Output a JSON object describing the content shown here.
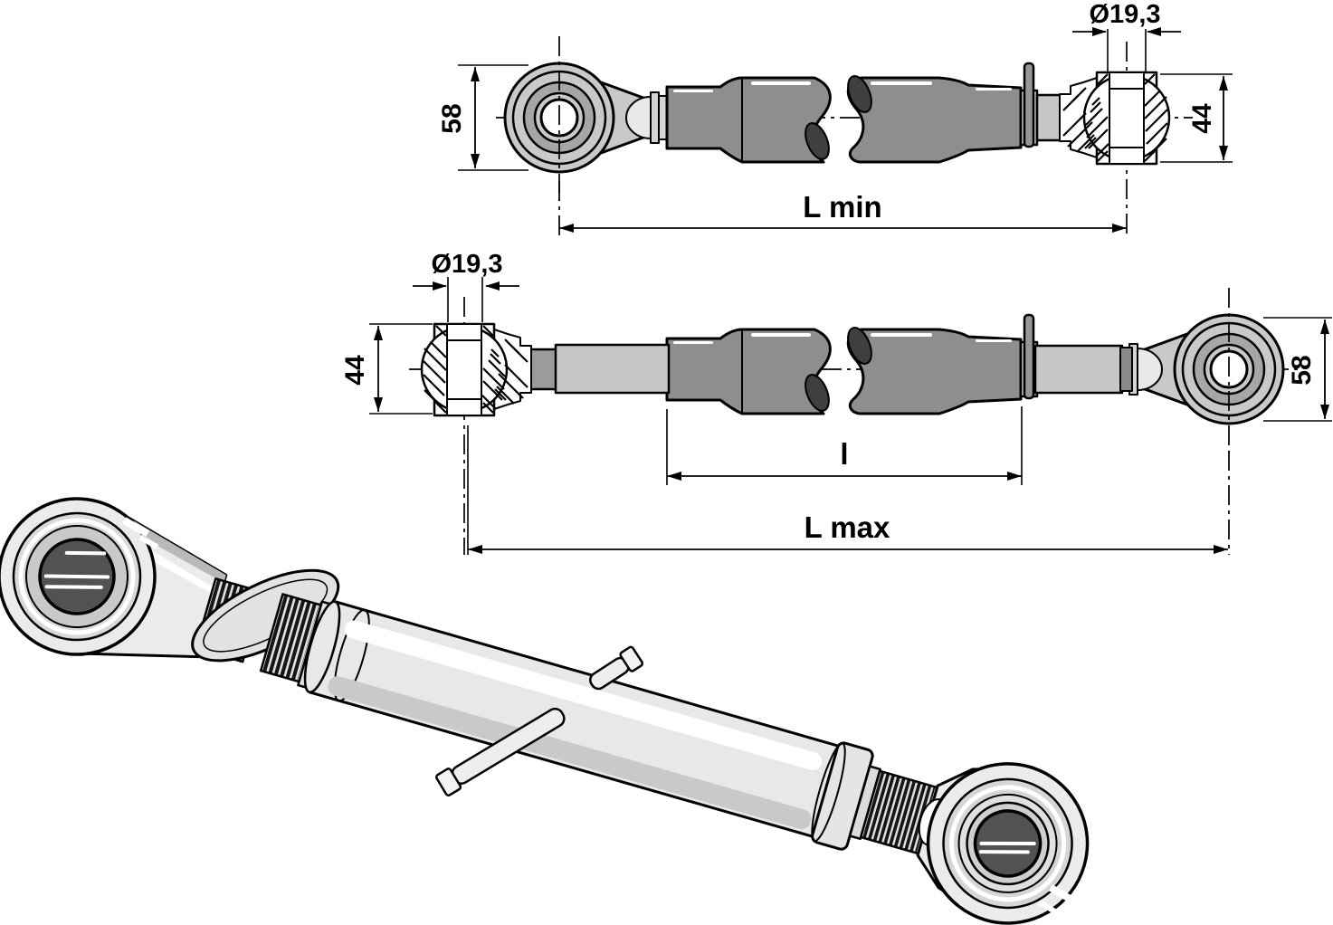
{
  "drawing": {
    "type": "technical-drawing",
    "subject": "top-link turnbuckle with ball joint ends, two dimensioned section views and one 3D rendering",
    "views": {
      "top": {
        "dia": "Ø19,3",
        "h58": "58",
        "h44": "44",
        "len": "L min"
      },
      "mid": {
        "dia": "Ø19,3",
        "h44": "44",
        "h58": "58",
        "tube": "l",
        "len": "L max"
      }
    },
    "colors": {
      "background": "#ffffff",
      "outline": "#000000",
      "tube_gray": "#8e8e8e",
      "rod_gray": "#c6c6c6",
      "eye_light": "#c9c9c9",
      "eye_mid": "#a6a6a6",
      "break_dark": "#3f3f3f",
      "render_light": "#ebebeb"
    }
  }
}
